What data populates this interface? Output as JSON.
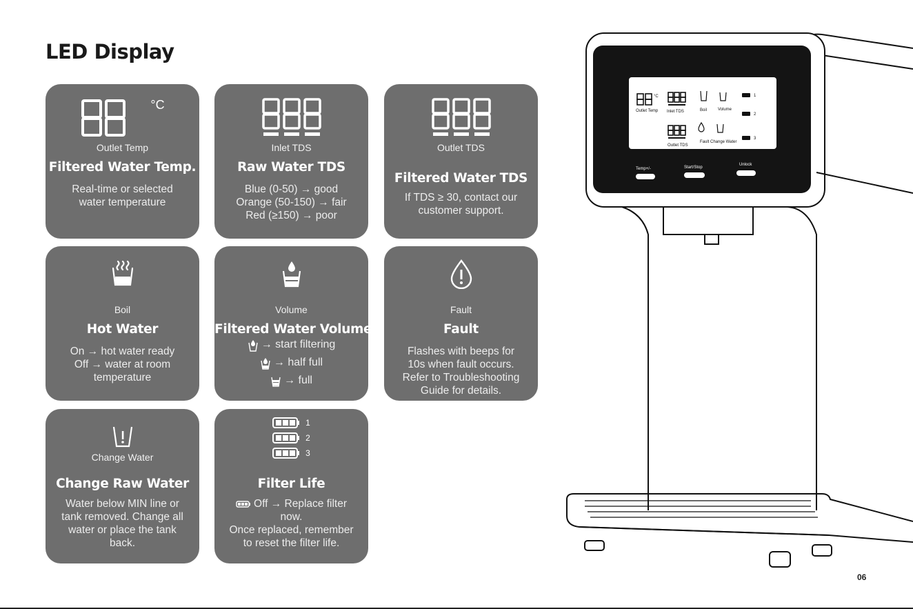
{
  "page": {
    "title": "LED Display",
    "page_number": "06"
  },
  "colors": {
    "card_bg": "#6e6e6e",
    "card_text": "#ffffff",
    "title_text": "#1a1a1a"
  },
  "cards": [
    {
      "icon": "two-digit-temp-display-icon",
      "icon_suffix": "°C",
      "label": "Outlet Temp",
      "title": "Filtered Water Temp.",
      "desc": [
        "Real-time or selected",
        "water temperature"
      ]
    },
    {
      "icon": "three-digit-display-icon",
      "label": "Inlet TDS",
      "title": "Raw Water TDS",
      "desc": [
        "Blue (0-50) → good",
        "Orange (50-150) → fair",
        "Red (≥150) → poor"
      ]
    },
    {
      "icon": "three-digit-display-icon",
      "label": "Outlet TDS",
      "title": "Filtered Water TDS",
      "desc": [
        "If TDS ≥ 30, contact our",
        "customer support."
      ]
    },
    {
      "icon": "boil-cup-icon",
      "label": "Boil",
      "title": "Hot Water",
      "desc": [
        "On → hot water ready",
        "Off → water at room",
        "temperature"
      ]
    },
    {
      "icon": "volume-cup-icon",
      "label": "Volume",
      "title": "Filtered Water Volume",
      "desc": [
        "→ start filtering",
        "→ half full",
        "→ full"
      ]
    },
    {
      "icon": "fault-drop-icon",
      "label": "Fault",
      "title": "Fault",
      "desc": [
        "Flashes with beeps for",
        "10s when fault occurs.",
        "Refer to Troubleshooting",
        "Guide for details."
      ]
    },
    {
      "icon": "change-water-cup-icon",
      "label": "Change Water",
      "title": "Change Raw Water",
      "desc": [
        "Water below MIN line or",
        "tank removed. Change all",
        "water or place the tank",
        "back."
      ]
    },
    {
      "icon": "filter-life-battery-icon",
      "filter_numbers": [
        "1",
        "2",
        "3"
      ],
      "title": "Filter Life",
      "desc": [
        "Off → Replace filter",
        "now.",
        "Once replaced, remember",
        "to reset the filter life."
      ]
    }
  ],
  "device": {
    "outlet_temp": "Outlet Temp",
    "inlet_tds": "Inlet TDS",
    "outlet_tds": "Outlet TDS",
    "boil": "Boil",
    "volume": "Volume",
    "fault": "Fault",
    "change_water": "Change Water",
    "filter_numbers": [
      "1",
      "2",
      "3"
    ],
    "buttons": [
      "Temp+/-",
      "Start/Stop",
      "Unlock"
    ]
  }
}
